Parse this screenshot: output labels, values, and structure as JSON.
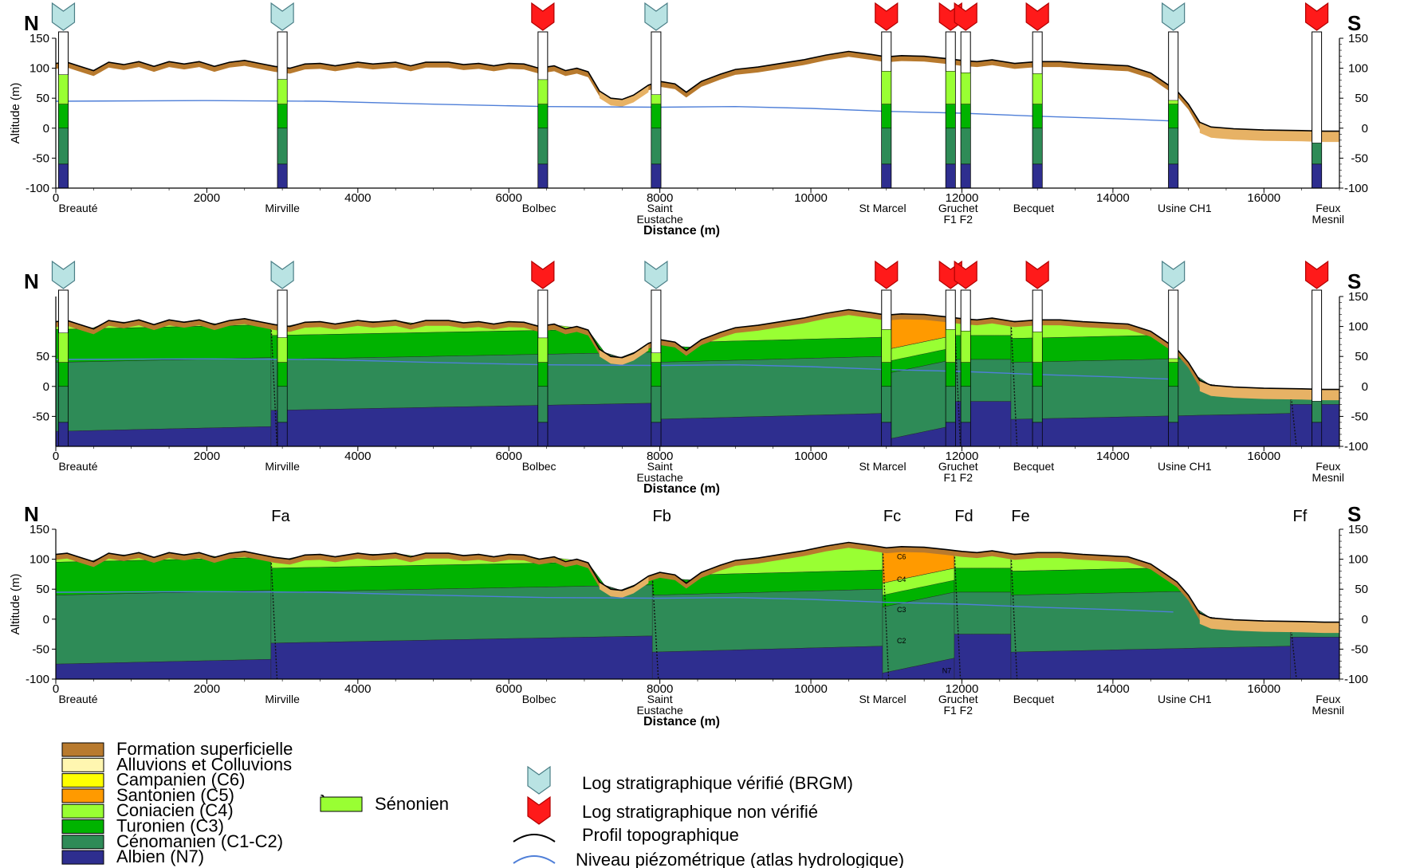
{
  "compass": {
    "north": "N",
    "south": "S"
  },
  "axis": {
    "x_label": "Distance (m)",
    "y_label": "Altitude (m)",
    "x_ticks": [
      "0",
      "2000",
      "4000",
      "6000",
      "8000",
      "10000",
      "12000",
      "14000",
      "16000"
    ],
    "y_ticks_full": [
      "150",
      "100",
      "50",
      "0",
      "-50",
      "-100"
    ],
    "y_ticks_p2_left": [
      "50",
      "0",
      "-50"
    ],
    "y_ticks_p2_right": [
      "150",
      "100",
      "50",
      "0",
      "-50",
      "-100"
    ],
    "x_range": [
      0,
      17000
    ],
    "y_range": [
      -100,
      150
    ]
  },
  "sites": [
    {
      "l1": "Breauté",
      "l2": "",
      "x": 0
    },
    {
      "l1": "Mirville",
      "l2": "",
      "x": 3000
    },
    {
      "l1": "Bolbec",
      "l2": "",
      "x": 6400
    },
    {
      "l1": "Saint",
      "l2": "Eustache",
      "x": 8000
    },
    {
      "l1": "St Marcel",
      "l2": "",
      "x": 10950
    },
    {
      "l1": "Gruchet",
      "l2": "F1 F2",
      "x": 11950
    },
    {
      "l1": "Becquet",
      "l2": "",
      "x": 12950
    },
    {
      "l1": "Usine CH1",
      "l2": "",
      "x": 14950
    },
    {
      "l1": "Feux",
      "l2": "Mesnil",
      "x": 16850
    }
  ],
  "wells": [
    {
      "x": 100,
      "verified": true
    },
    {
      "x": 3000,
      "verified": true
    },
    {
      "x": 6450,
      "verified": false
    },
    {
      "x": 7950,
      "verified": true
    },
    {
      "x": 11000,
      "verified": false
    },
    {
      "x": 11850,
      "verified": false
    },
    {
      "x": 12050,
      "verified": false
    },
    {
      "x": 13000,
      "verified": false
    },
    {
      "x": 14800,
      "verified": true
    },
    {
      "x": 16700,
      "verified": false
    }
  ],
  "faults": [
    {
      "label": "Fa",
      "x": 2850
    },
    {
      "label": "Fb",
      "x": 7900
    },
    {
      "label": "Fc",
      "x": 10950
    },
    {
      "label": "Fd",
      "x": 11900
    },
    {
      "label": "Fe",
      "x": 12650
    },
    {
      "label": "Ff",
      "x": 16350
    }
  ],
  "unit_codes": [
    "C6",
    "C4",
    "C3",
    "C2",
    "N7"
  ],
  "legend": {
    "units": [
      {
        "label": "Formation superficielle",
        "color": "#b87a2e"
      },
      {
        "label": "Alluvions et Colluvions",
        "color": "#fff6b0"
      },
      {
        "label": "Campanien (C6)",
        "color": "#ffff00"
      },
      {
        "label": "Santonien (C5)",
        "color": "#ff9a00"
      },
      {
        "label": "Coniacien (C4)",
        "color": "#99ff33"
      },
      {
        "label": "Turonien (C3)",
        "color": "#00b300"
      },
      {
        "label": "Cénomanien (C1-C2)",
        "color": "#2e8b57"
      },
      {
        "label": "Albien (N7)",
        "color": "#2e2e8f"
      }
    ],
    "senonien": {
      "label": "Sénonien",
      "color": "#99ff33"
    },
    "symbols": {
      "verified": "Log stratigraphique vérifié (BRGM)",
      "unverified": "Log stratigraphique non vérifié",
      "topo": "Profil topographique",
      "piezo": "Niveau piézométrique (atlas hydrologique)"
    }
  },
  "colors": {
    "superficielle": "#b87a2e",
    "alluvions": "#e7b265",
    "santonien": "#ff9a00",
    "coniacien": "#99ff33",
    "turonien": "#00b300",
    "cenomanien": "#2e8b57",
    "albien": "#2e2e8f",
    "piezo": "#4f7fd8",
    "verified_marker": "#b9e3e3",
    "unverified_marker": "#ff1a1a"
  }
}
